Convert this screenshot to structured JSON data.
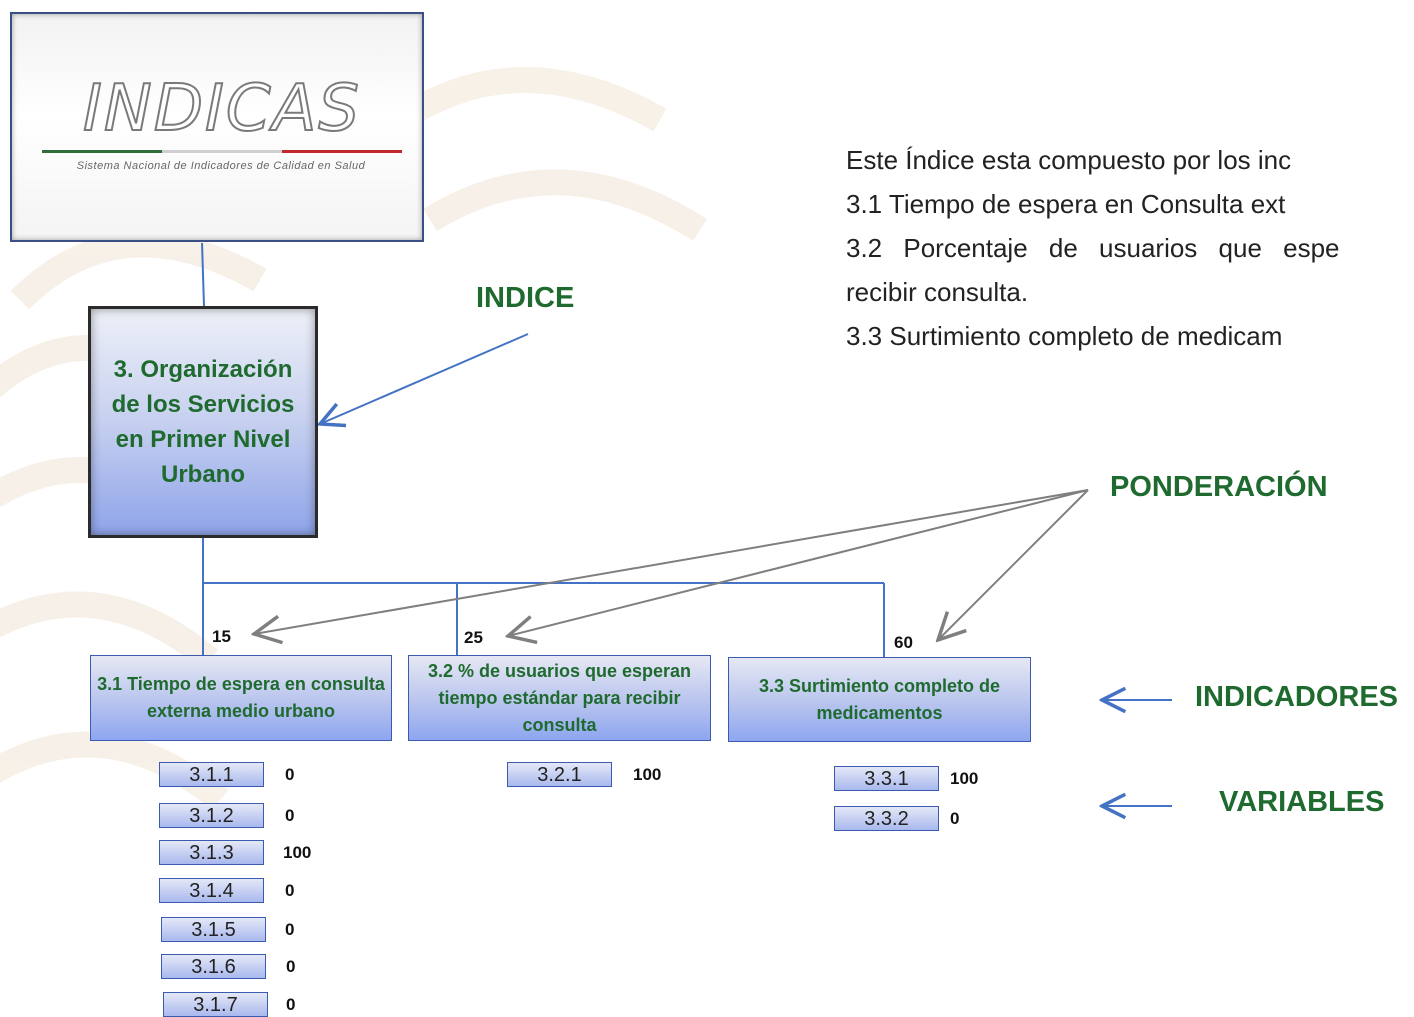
{
  "logo": {
    "word": "INDICAS",
    "subtitle": "Sistema Nacional de Indicadores de Calidad en Salud"
  },
  "index": {
    "title": "3. Organización de los Servicios en Primer Nivel Urbano"
  },
  "labels": {
    "indice": "INDICE",
    "ponderacion": "PONDERACIÓN",
    "indicadores": "INDICADORES",
    "variables": "VARIABLES"
  },
  "description": {
    "line1": "Este Índice esta compuesto por los inc",
    "line2": "3.1 Tiempo de espera en Consulta ext",
    "line3": "3.2 Porcentaje de usuarios que espe",
    "line4": "recibir consulta.",
    "line5": "3.3 Surtimiento completo de medicam"
  },
  "indicators": [
    {
      "label": "3.1 Tiempo de espera en consulta externa medio urbano",
      "weight": "15",
      "variables": [
        {
          "id": "3.1.1",
          "value": "0"
        },
        {
          "id": "3.1.2",
          "value": "0"
        },
        {
          "id": "3.1.3",
          "value": "100"
        },
        {
          "id": "3.1.4",
          "value": "0"
        },
        {
          "id": "3.1.5",
          "value": "0"
        },
        {
          "id": "3.1.6",
          "value": "0"
        },
        {
          "id": "3.1.7",
          "value": "0"
        }
      ]
    },
    {
      "label": "3.2 % de usuarios que esperan tiempo estándar para recibir consulta",
      "weight": "25",
      "variables": [
        {
          "id": "3.2.1",
          "value": "100"
        }
      ]
    },
    {
      "label": "3.3 Surtimiento completo de medicamentos",
      "weight": "60",
      "variables": [
        {
          "id": "3.3.1",
          "value": "100"
        },
        {
          "id": "3.3.2",
          "value": "0"
        }
      ]
    }
  ],
  "colors": {
    "green_text": "#1f6a2f",
    "connector_blue": "#4472c4",
    "arrow_gray": "#7f7f7f"
  }
}
